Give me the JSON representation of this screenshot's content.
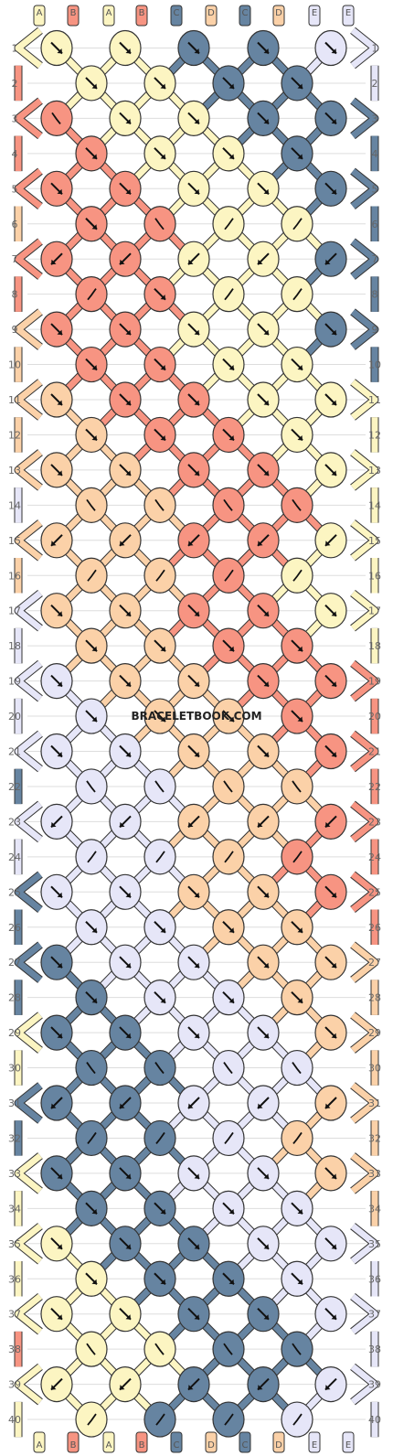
{
  "watermark": "BRACELETBOOK.COM",
  "colors": {
    "A": "#fcf5c2",
    "B": "#f79482",
    "C": "#6684a1",
    "D": "#fbd1a8",
    "E": "#e6e6f8",
    "outline": "#333333",
    "grid": "#dddddd"
  },
  "strings": [
    "A",
    "B",
    "A",
    "B",
    "C",
    "D",
    "C",
    "D",
    "E",
    "E"
  ],
  "row_labels": [
    "1",
    "2",
    "3",
    "4",
    "5",
    "6",
    "7",
    "8",
    "9",
    "10",
    "11",
    "12",
    "13",
    "14",
    "15",
    "16",
    "17",
    "18",
    "19",
    "20",
    "21",
    "22",
    "23",
    "24",
    "25",
    "26",
    "27",
    "28",
    "29",
    "30",
    "31",
    "32",
    "33",
    "34",
    "35",
    "36",
    "37",
    "38",
    "39",
    "40"
  ],
  "rows": [
    {
      "label": "1",
      "knots": [
        {
          "c": "A",
          "d": "rr"
        },
        {
          "c": "A",
          "d": "rr"
        },
        {
          "c": "C",
          "d": "rr"
        },
        {
          "c": "C",
          "d": "rr"
        },
        {
          "c": "E",
          "d": "rr"
        }
      ]
    },
    {
      "label": "2",
      "knots": [
        {
          "c": "A",
          "d": "rr"
        },
        {
          "c": "A",
          "d": "rr"
        },
        {
          "c": "C",
          "d": "rr"
        },
        {
          "c": "C",
          "d": "rr"
        }
      ]
    },
    {
      "label": "3",
      "knots": [
        {
          "c": "B",
          "d": "rl"
        },
        {
          "c": "A",
          "d": "rr"
        },
        {
          "c": "A",
          "d": "rr"
        },
        {
          "c": "C",
          "d": "rr"
        },
        {
          "c": "C",
          "d": "rr"
        }
      ]
    },
    {
      "label": "4",
      "knots": [
        {
          "c": "B",
          "d": "rr"
        },
        {
          "c": "A",
          "d": "rr"
        },
        {
          "c": "A",
          "d": "rr"
        },
        {
          "c": "C",
          "d": "rr"
        }
      ]
    },
    {
      "label": "5",
      "knots": [
        {
          "c": "B",
          "d": "rr"
        },
        {
          "c": "B",
          "d": "rr"
        },
        {
          "c": "A",
          "d": "rr"
        },
        {
          "c": "A",
          "d": "rr"
        },
        {
          "c": "C",
          "d": "rr"
        }
      ]
    },
    {
      "label": "6",
      "knots": [
        {
          "c": "B",
          "d": "rr"
        },
        {
          "c": "B",
          "d": "rl"
        },
        {
          "c": "A",
          "d": "lr"
        },
        {
          "c": "A",
          "d": "lr"
        }
      ]
    },
    {
      "label": "7",
      "knots": [
        {
          "c": "B",
          "d": "ll"
        },
        {
          "c": "B",
          "d": "ll"
        },
        {
          "c": "A",
          "d": "ll"
        },
        {
          "c": "A",
          "d": "ll"
        },
        {
          "c": "C",
          "d": "ll"
        }
      ]
    },
    {
      "label": "8",
      "knots": [
        {
          "c": "B",
          "d": "lr"
        },
        {
          "c": "B",
          "d": "rr"
        },
        {
          "c": "A",
          "d": "lr"
        },
        {
          "c": "A",
          "d": "lr"
        }
      ]
    },
    {
      "label": "9",
      "knots": [
        {
          "c": "B",
          "d": "rr"
        },
        {
          "c": "B",
          "d": "rr"
        },
        {
          "c": "A",
          "d": "rr"
        },
        {
          "c": "A",
          "d": "rr"
        },
        {
          "c": "C",
          "d": "rr"
        }
      ]
    },
    {
      "label": "10",
      "knots": [
        {
          "c": "B",
          "d": "rr"
        },
        {
          "c": "B",
          "d": "rr"
        },
        {
          "c": "A",
          "d": "rr"
        },
        {
          "c": "A",
          "d": "rr"
        }
      ]
    },
    {
      "label": "11",
      "knots": [
        {
          "c": "D",
          "d": "rr"
        },
        {
          "c": "B",
          "d": "rr"
        },
        {
          "c": "B",
          "d": "rr"
        },
        {
          "c": "A",
          "d": "rr"
        },
        {
          "c": "A",
          "d": "rr"
        }
      ]
    },
    {
      "label": "12",
      "knots": [
        {
          "c": "D",
          "d": "rr"
        },
        {
          "c": "B",
          "d": "rr"
        },
        {
          "c": "B",
          "d": "rr"
        },
        {
          "c": "A",
          "d": "rr"
        }
      ]
    },
    {
      "label": "13",
      "knots": [
        {
          "c": "D",
          "d": "rr"
        },
        {
          "c": "D",
          "d": "rr"
        },
        {
          "c": "B",
          "d": "rr"
        },
        {
          "c": "B",
          "d": "rr"
        },
        {
          "c": "A",
          "d": "rr"
        }
      ]
    },
    {
      "label": "14",
      "knots": [
        {
          "c": "D",
          "d": "rl"
        },
        {
          "c": "D",
          "d": "rl"
        },
        {
          "c": "B",
          "d": "rl"
        },
        {
          "c": "B",
          "d": "rl"
        }
      ]
    },
    {
      "label": "15",
      "knots": [
        {
          "c": "D",
          "d": "ll"
        },
        {
          "c": "D",
          "d": "ll"
        },
        {
          "c": "B",
          "d": "ll"
        },
        {
          "c": "B",
          "d": "ll"
        },
        {
          "c": "A",
          "d": "ll"
        }
      ]
    },
    {
      "label": "16",
      "knots": [
        {
          "c": "D",
          "d": "lr"
        },
        {
          "c": "D",
          "d": "lr"
        },
        {
          "c": "B",
          "d": "lr"
        },
        {
          "c": "A",
          "d": "lr"
        }
      ]
    },
    {
      "label": "17",
      "knots": [
        {
          "c": "D",
          "d": "rr"
        },
        {
          "c": "D",
          "d": "rr"
        },
        {
          "c": "B",
          "d": "rr"
        },
        {
          "c": "B",
          "d": "rr"
        },
        {
          "c": "A",
          "d": "rr"
        }
      ]
    },
    {
      "label": "18",
      "knots": [
        {
          "c": "D",
          "d": "rr"
        },
        {
          "c": "D",
          "d": "rr"
        },
        {
          "c": "B",
          "d": "rr"
        },
        {
          "c": "B",
          "d": "rr"
        }
      ]
    },
    {
      "label": "19",
      "knots": [
        {
          "c": "E",
          "d": "rr"
        },
        {
          "c": "D",
          "d": "rr"
        },
        {
          "c": "D",
          "d": "rr"
        },
        {
          "c": "B",
          "d": "rr"
        },
        {
          "c": "B",
          "d": "rr"
        }
      ]
    },
    {
      "label": "20",
      "knots": [
        {
          "c": "E",
          "d": "rr"
        },
        {
          "c": "D",
          "d": "rr"
        },
        {
          "c": "D",
          "d": "rr"
        },
        {
          "c": "B",
          "d": "rr"
        }
      ]
    },
    {
      "label": "21",
      "knots": [
        {
          "c": "E",
          "d": "rr"
        },
        {
          "c": "E",
          "d": "rr"
        },
        {
          "c": "D",
          "d": "rr"
        },
        {
          "c": "D",
          "d": "rr"
        },
        {
          "c": "B",
          "d": "rr"
        }
      ]
    },
    {
      "label": "22",
      "knots": [
        {
          "c": "E",
          "d": "rl"
        },
        {
          "c": "E",
          "d": "rl"
        },
        {
          "c": "D",
          "d": "rl"
        },
        {
          "c": "D",
          "d": "rl"
        }
      ]
    },
    {
      "label": "23",
      "knots": [
        {
          "c": "E",
          "d": "ll"
        },
        {
          "c": "E",
          "d": "ll"
        },
        {
          "c": "D",
          "d": "ll"
        },
        {
          "c": "D",
          "d": "ll"
        },
        {
          "c": "B",
          "d": "ll"
        }
      ]
    },
    {
      "label": "24",
      "knots": [
        {
          "c": "E",
          "d": "lr"
        },
        {
          "c": "E",
          "d": "lr"
        },
        {
          "c": "D",
          "d": "lr"
        },
        {
          "c": "B",
          "d": "lr"
        }
      ]
    },
    {
      "label": "25",
      "knots": [
        {
          "c": "E",
          "d": "rr"
        },
        {
          "c": "E",
          "d": "rr"
        },
        {
          "c": "D",
          "d": "rr"
        },
        {
          "c": "D",
          "d": "rr"
        },
        {
          "c": "B",
          "d": "rr"
        }
      ]
    },
    {
      "label": "26",
      "knots": [
        {
          "c": "E",
          "d": "rr"
        },
        {
          "c": "E",
          "d": "rr"
        },
        {
          "c": "D",
          "d": "rr"
        },
        {
          "c": "D",
          "d": "rr"
        }
      ]
    },
    {
      "label": "27",
      "knots": [
        {
          "c": "C",
          "d": "rr"
        },
        {
          "c": "E",
          "d": "rr"
        },
        {
          "c": "E",
          "d": "rr"
        },
        {
          "c": "D",
          "d": "rr"
        },
        {
          "c": "D",
          "d": "rr"
        }
      ]
    },
    {
      "label": "28",
      "knots": [
        {
          "c": "C",
          "d": "rr"
        },
        {
          "c": "E",
          "d": "rr"
        },
        {
          "c": "E",
          "d": "rr"
        },
        {
          "c": "D",
          "d": "rr"
        }
      ]
    },
    {
      "label": "29",
      "knots": [
        {
          "c": "C",
          "d": "rr"
        },
        {
          "c": "C",
          "d": "rr"
        },
        {
          "c": "E",
          "d": "rr"
        },
        {
          "c": "E",
          "d": "rr"
        },
        {
          "c": "D",
          "d": "rr"
        }
      ]
    },
    {
      "label": "30",
      "knots": [
        {
          "c": "C",
          "d": "rl"
        },
        {
          "c": "C",
          "d": "rl"
        },
        {
          "c": "E",
          "d": "rl"
        },
        {
          "c": "E",
          "d": "rl"
        }
      ]
    },
    {
      "label": "31",
      "knots": [
        {
          "c": "C",
          "d": "ll"
        },
        {
          "c": "C",
          "d": "ll"
        },
        {
          "c": "E",
          "d": "ll"
        },
        {
          "c": "E",
          "d": "ll"
        },
        {
          "c": "D",
          "d": "ll"
        }
      ]
    },
    {
      "label": "32",
      "knots": [
        {
          "c": "C",
          "d": "lr"
        },
        {
          "c": "C",
          "d": "lr"
        },
        {
          "c": "E",
          "d": "lr"
        },
        {
          "c": "D",
          "d": "lr"
        }
      ]
    },
    {
      "label": "33",
      "knots": [
        {
          "c": "C",
          "d": "rr"
        },
        {
          "c": "C",
          "d": "rr"
        },
        {
          "c": "E",
          "d": "rr"
        },
        {
          "c": "E",
          "d": "rr"
        },
        {
          "c": "D",
          "d": "rr"
        }
      ]
    },
    {
      "label": "34",
      "knots": [
        {
          "c": "C",
          "d": "rr"
        },
        {
          "c": "C",
          "d": "rr"
        },
        {
          "c": "E",
          "d": "rr"
        },
        {
          "c": "E",
          "d": "rr"
        }
      ]
    },
    {
      "label": "35",
      "knots": [
        {
          "c": "A",
          "d": "rr"
        },
        {
          "c": "C",
          "d": "rr"
        },
        {
          "c": "C",
          "d": "rr"
        },
        {
          "c": "E",
          "d": "rr"
        },
        {
          "c": "E",
          "d": "rr"
        }
      ]
    },
    {
      "label": "36",
      "knots": [
        {
          "c": "A",
          "d": "rr"
        },
        {
          "c": "C",
          "d": "rr"
        },
        {
          "c": "C",
          "d": "rr"
        },
        {
          "c": "E",
          "d": "rr"
        }
      ]
    },
    {
      "label": "37",
      "knots": [
        {
          "c": "A",
          "d": "rr"
        },
        {
          "c": "A",
          "d": "rr"
        },
        {
          "c": "C",
          "d": "rr"
        },
        {
          "c": "C",
          "d": "rr"
        },
        {
          "c": "E",
          "d": "rr"
        }
      ]
    },
    {
      "label": "38",
      "knots": [
        {
          "c": "A",
          "d": "rl"
        },
        {
          "c": "A",
          "d": "rl"
        },
        {
          "c": "C",
          "d": "rl"
        },
        {
          "c": "C",
          "d": "rl"
        }
      ]
    },
    {
      "label": "39",
      "knots": [
        {
          "c": "A",
          "d": "ll"
        },
        {
          "c": "A",
          "d": "ll"
        },
        {
          "c": "C",
          "d": "ll"
        },
        {
          "c": "C",
          "d": "ll"
        },
        {
          "c": "E",
          "d": "ll"
        }
      ]
    },
    {
      "label": "40",
      "knots": [
        {
          "c": "A",
          "d": "lr"
        },
        {
          "c": "C",
          "d": "lr"
        },
        {
          "c": "C",
          "d": "lr"
        },
        {
          "c": "E",
          "d": "lr"
        }
      ]
    }
  ],
  "edge_threads": {
    "left": [
      "A",
      "B",
      "B",
      "B",
      "B",
      "D",
      "B",
      "B",
      "D",
      "D",
      "D",
      "D",
      "D",
      "E",
      "D",
      "D",
      "E",
      "E",
      "E",
      "E",
      "E",
      "C",
      "E",
      "E",
      "C",
      "C",
      "C",
      "C",
      "A",
      "A",
      "C",
      "C",
      "A",
      "A",
      "A",
      "A",
      "A",
      "B",
      "A",
      "A"
    ],
    "right": [
      "E",
      "E",
      "C",
      "C",
      "C",
      "C",
      "C",
      "C",
      "C",
      "C",
      "A",
      "A",
      "A",
      "A",
      "A",
      "A",
      "A",
      "A",
      "B",
      "B",
      "B",
      "B",
      "B",
      "B",
      "B",
      "B",
      "D",
      "D",
      "D",
      "D",
      "D",
      "D",
      "D",
      "D",
      "E",
      "E",
      "E",
      "E",
      "E",
      "E"
    ]
  }
}
